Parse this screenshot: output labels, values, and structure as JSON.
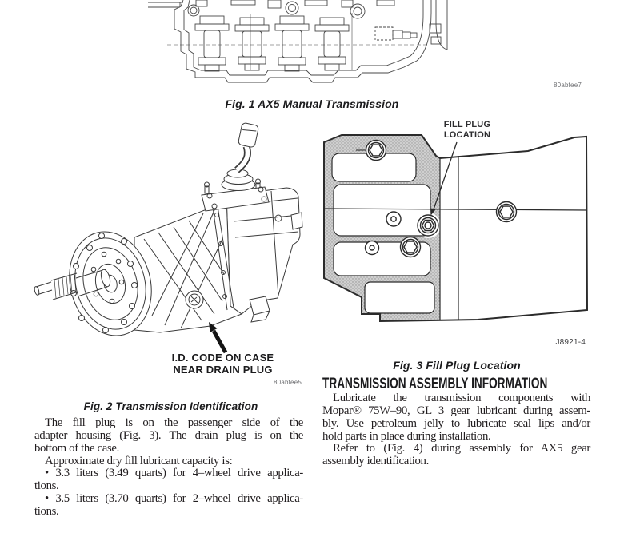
{
  "figures": {
    "fig1": {
      "caption": "Fig. 1 AX5 Manual Transmission",
      "code": "80abfee7"
    },
    "fig2": {
      "caption": "Fig. 2 Transmission Identification",
      "code": "80abfee5",
      "callout": [
        "I.D. CODE ON CASE",
        "NEAR DRAIN PLUG"
      ]
    },
    "fig3": {
      "caption": "Fig. 3 Fill Plug Location",
      "code": "J8921-4",
      "callout": [
        "FILL PLUG",
        "LOCATION"
      ]
    }
  },
  "left_column": {
    "para1": [
      "The fill plug is on the passenger side of the",
      "adapter housing (Fig. 3). The drain plug is on the",
      "bottom of the case."
    ],
    "para2": [
      "Approximate dry fill lubricant capacity is:"
    ],
    "bullet1": [
      "• 3.3 liters (3.49 quarts) for 4–wheel drive applica-",
      "tions."
    ],
    "bullet2": [
      "• 3.5 liters (3.70 quarts) for 2–wheel drive applica-",
      "tions."
    ]
  },
  "right_column": {
    "heading": "TRANSMISSION ASSEMBLY INFORMATION",
    "para1": [
      "Lubricate the transmission components with",
      "Mopar® 75W–90, GL 3 gear lubricant during assem-",
      "bly. Use petroleum jelly to lubricate seal lips and/or",
      "hold parts in place during installation."
    ],
    "para2": [
      "Refer to (Fig. 4) during assembly for AX5 gear",
      "assembly identification."
    ]
  },
  "colors": {
    "background": "#ffffff",
    "ink": "#221e20",
    "drawing_line": "#3a3a3a",
    "code_gray": "#6d6e71",
    "stipple_gray": "#cfcfcf"
  }
}
